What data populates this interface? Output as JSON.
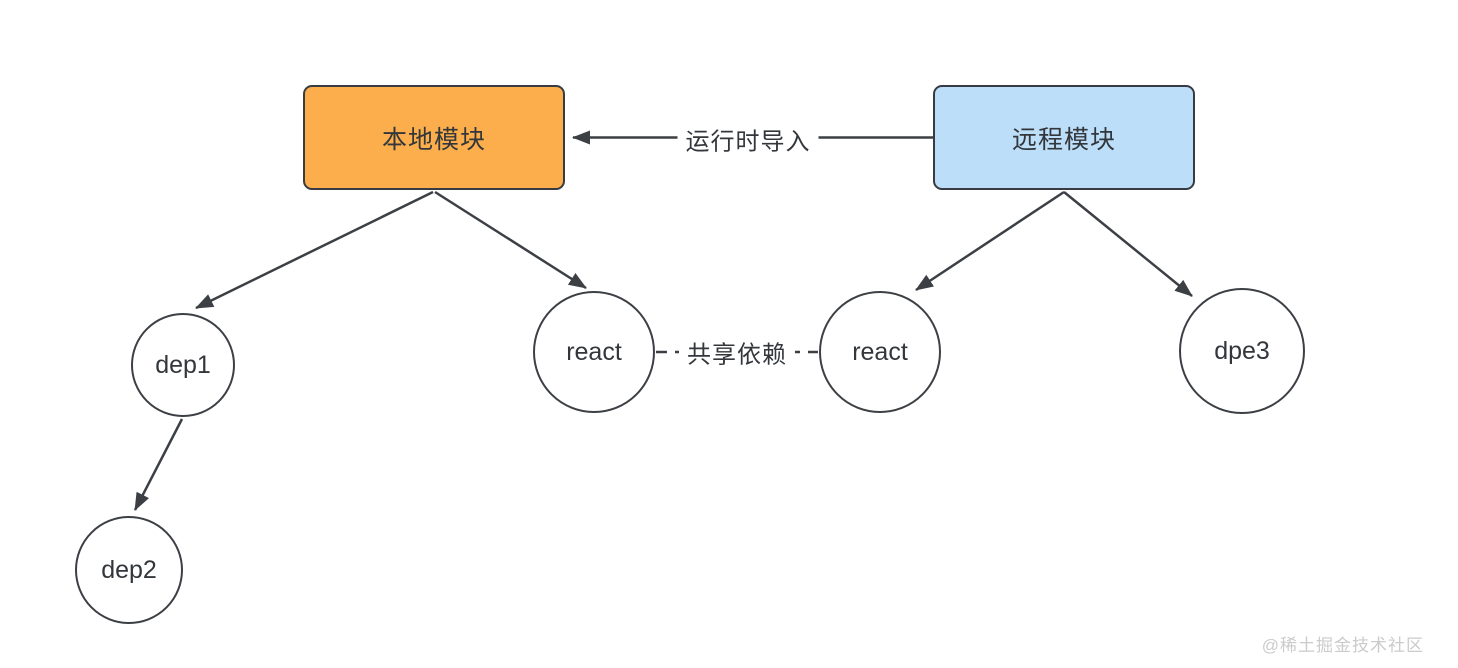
{
  "diagram": {
    "nodes": {
      "local_module": {
        "label": "本地模块",
        "shape": "rounded-rect",
        "fill": "#FBAE4B"
      },
      "remote_module": {
        "label": "远程模块",
        "shape": "rounded-rect",
        "fill": "#BCDEF8"
      },
      "dep1": {
        "label": "dep1",
        "shape": "circle",
        "fill": "#FFFFFF"
      },
      "dep2": {
        "label": "dep2",
        "shape": "circle",
        "fill": "#FFFFFF"
      },
      "react_local": {
        "label": "react",
        "shape": "circle",
        "fill": "#FFFFFF"
      },
      "react_remote": {
        "label": "react",
        "shape": "circle",
        "fill": "#FFFFFF"
      },
      "dpe3": {
        "label": "dpe3",
        "shape": "circle",
        "fill": "#FFFFFF"
      }
    },
    "edges": {
      "runtime_import": {
        "label": "运行时导入",
        "from": "remote_module",
        "to": "local_module",
        "style": "solid-arrow"
      },
      "local_to_dep1": {
        "label": "",
        "from": "local_module",
        "to": "dep1",
        "style": "solid-arrow"
      },
      "local_to_react": {
        "label": "",
        "from": "local_module",
        "to": "react_local",
        "style": "solid-arrow"
      },
      "remote_to_react": {
        "label": "",
        "from": "remote_module",
        "to": "react_remote",
        "style": "solid-arrow"
      },
      "remote_to_dpe3": {
        "label": "",
        "from": "remote_module",
        "to": "dpe3",
        "style": "solid-arrow"
      },
      "dep1_to_dep2": {
        "label": "",
        "from": "dep1",
        "to": "dep2",
        "style": "solid-arrow"
      },
      "shared_dependency": {
        "label": "共享依赖",
        "from": "react_local",
        "to": "react_remote",
        "style": "dashed"
      }
    },
    "colors": {
      "stroke": "#3C4045",
      "text": "#33373B",
      "local_module_fill": "#FBAE4B",
      "remote_module_fill": "#BCDEF8",
      "watermark_text": "#CBCBCB"
    }
  },
  "watermark": {
    "label": "@稀土掘金技术社区"
  }
}
